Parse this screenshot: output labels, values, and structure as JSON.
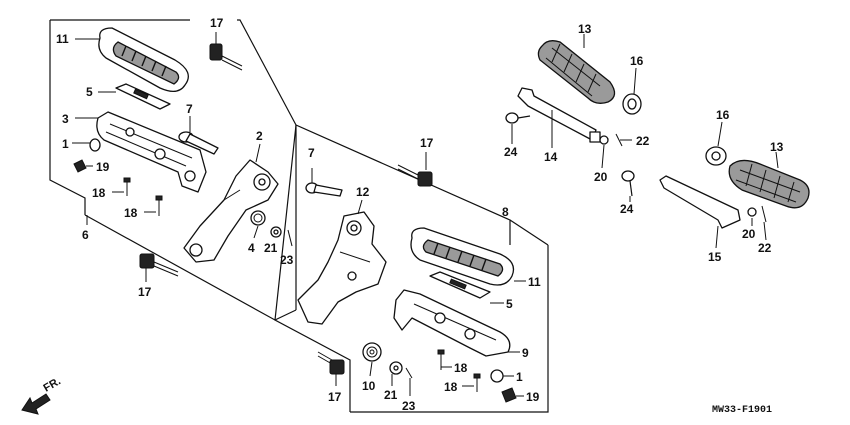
{
  "diagram": {
    "ref_code": "MW33-F1901",
    "direction_label": "FR.",
    "callouts": {
      "p11_top": "11",
      "p5_top": "5",
      "p3": "3",
      "p1_top": "1",
      "p19_top": "19",
      "p18_top_a": "18",
      "p18_top_b": "18",
      "p6": "6",
      "p17_left_bottom": "17",
      "p17_top": "17",
      "p7_top": "7",
      "p2": "2",
      "p4": "4",
      "p21_top": "21",
      "p23_top": "23",
      "p7_mid": "7",
      "p17_mid": "17",
      "p12": "12",
      "p8": "8",
      "p11_bottom": "11",
      "p5_bottom": "5",
      "p9": "9",
      "p18_bottom_a": "18",
      "p18_bottom_b": "18",
      "p1_bottom": "1",
      "p19_bottom": "19",
      "p10": "10",
      "p21_bottom": "21",
      "p23_bottom": "23",
      "p17_bottom": "17",
      "p13_top": "13",
      "p16_top": "16",
      "p24_top": "24",
      "p14": "14",
      "p22_top": "22",
      "p20_top": "20",
      "p24_bottom": "24",
      "p16_right": "16",
      "p13_right": "13",
      "p15": "15",
      "p20_right": "20",
      "p22_right": "22"
    }
  }
}
